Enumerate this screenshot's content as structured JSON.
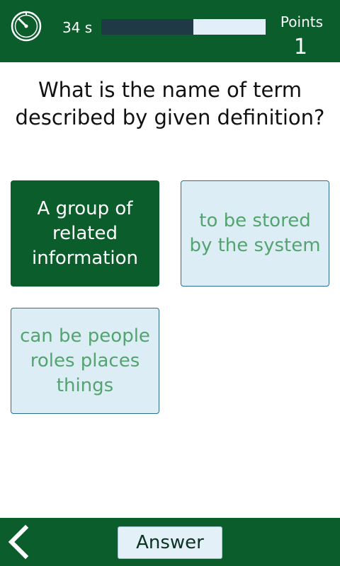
{
  "header": {
    "timer_text": "34 s",
    "progress": 0.56,
    "points_label": "Points",
    "points_value": "1"
  },
  "question": {
    "text": "What is the name of term described by given definition?"
  },
  "answers": [
    {
      "text": "A group of related information",
      "selected": true
    },
    {
      "text": "to be stored by the system",
      "selected": false
    },
    {
      "text": "can be people roles places things",
      "selected": false
    }
  ],
  "footer": {
    "back_icon": "chevron-left-icon",
    "answer_label": "Answer"
  },
  "colors": {
    "primary_green": "#0b5e2c",
    "tile_unselected_bg": "#dcedf6",
    "tile_unselected_text": "#53a46f",
    "progress_fill": "#1f3a44",
    "progress_track": "#e2eff8"
  }
}
